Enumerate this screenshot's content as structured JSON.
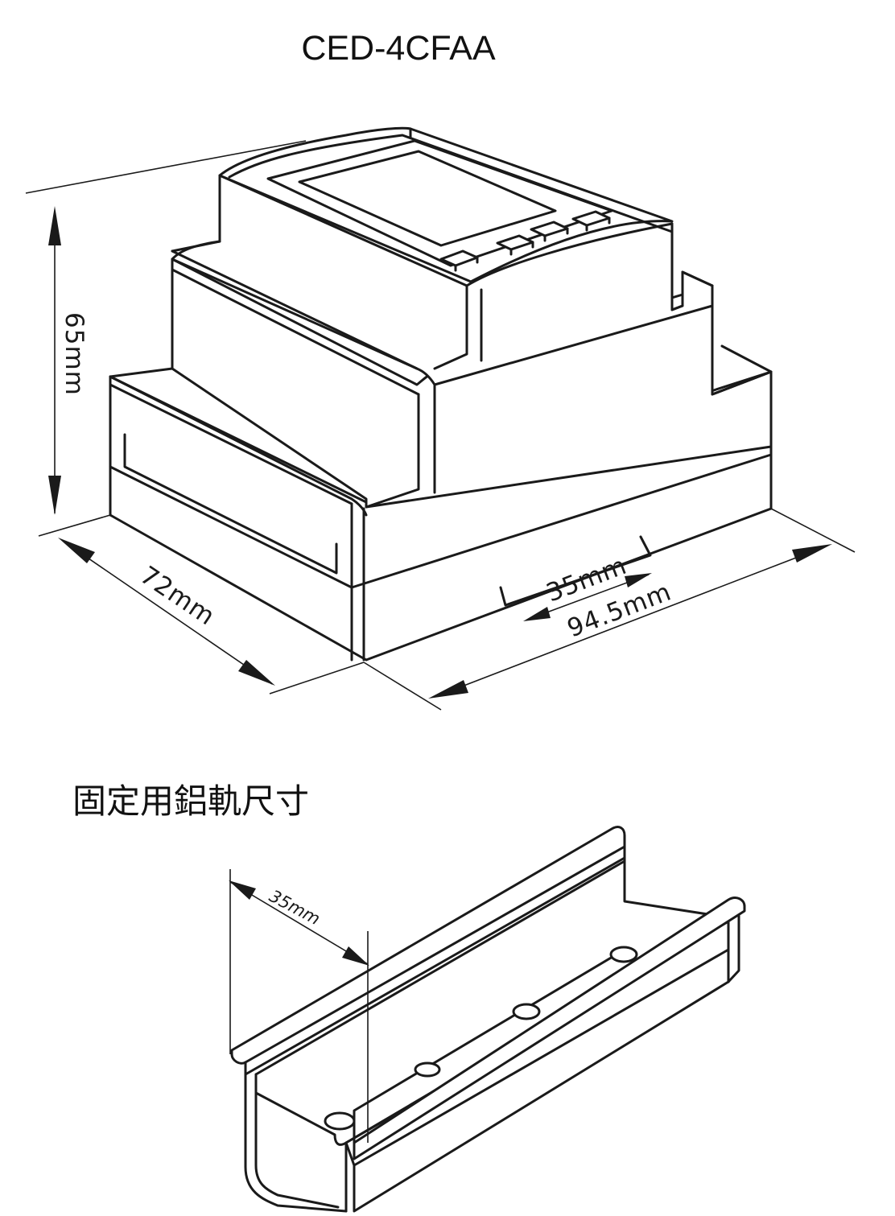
{
  "title": "CED-4CFAA",
  "dimensions": {
    "height": "65mm",
    "depth": "72mm",
    "width": "94.5mm",
    "rail_width": "35mm"
  },
  "rail_section": {
    "title": "固定用鋁軌尺寸",
    "rail_width": "35mm"
  }
}
